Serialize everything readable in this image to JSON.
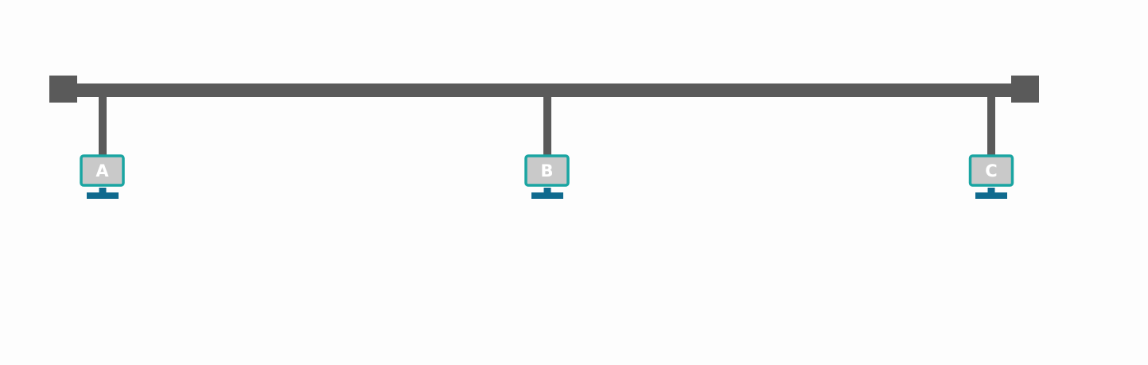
{
  "colors": {
    "background": "#fdfdfd",
    "bus": "#5a5a5a",
    "monitor_border": "#1aa5a2",
    "monitor_screen": "#c9c9c9",
    "monitor_base": "#0f6a8e",
    "label_text": "#ffffff"
  },
  "nodes": [
    {
      "label": "A",
      "icon": "computer-monitor-icon"
    },
    {
      "label": "B",
      "icon": "computer-monitor-icon"
    },
    {
      "label": "C",
      "icon": "computer-monitor-icon"
    }
  ]
}
